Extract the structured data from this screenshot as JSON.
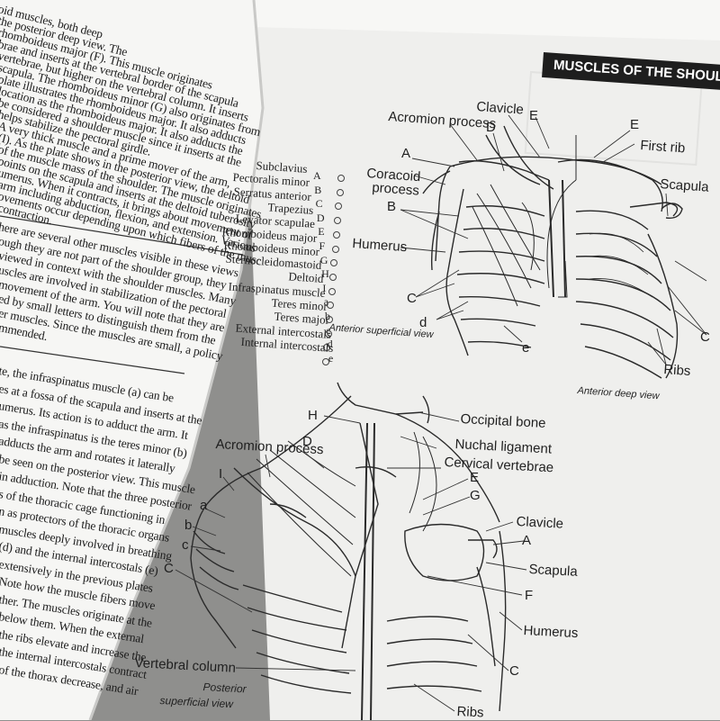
{
  "banner": "MUSCLES OF THE SHOULD",
  "left_page_lines": [
    "oid muscles, both deep",
    "the posterior deep view. The",
    "rhomboideus major (F). This muscle originates",
    "brae and inserts at the vertebral border of the scapula",
    "vertebrae, but higher on the vertebral column. It inserts",
    "scapula. The rhomboideus minor (G) also originates from",
    "plate illustrates the rhomboideus major. It also adducts",
    "location as the rhomboideus major. It also adducts the",
    "be considered a shoulder muscle since it inserts at the",
    "helps stabilize the pectoral girdle.",
    "A very thick muscle and a prime mover of the arm,",
    "(I). As the plate shows in the posterior view, the deltoid",
    "of the muscle mass of the shoulder. The muscle originates",
    "points on the scapula and inserts at the deltoid tuberosity",
    "umerus. When it contracts, it brings about movement of",
    "arm including abduction, flexion, and extension. Various",
    "ovements occur depending upon which fibers of the muscle",
    "contraction.",
    "here are several other muscles visible in these views",
    "ough they are not part of the shoulder group, they",
    "viewed in context with the shoulder muscles. Many",
    "uscles are involved in stabilization of the pectoral",
    "movement of the arm. You will note that they are",
    "ed by small letters to distinguish them from the",
    "er muscles. Since the muscles are small, a policy",
    "mmended.",
    "te, the infraspinatus muscle (a) can be",
    "es at a fossa of the scapula and inserts at the",
    "umerus. Its action is to adduct the arm. It",
    "as the infraspinatus is the teres minor (b)",
    "adducts the arm and rotates it laterally",
    "be seen on the posterior view. This muscle",
    "in adduction. Note that the three posterior",
    "s of the thoracic cage functioning in",
    "n as protectors of the thoracic organs",
    "muscles deeply involved in breathing",
    "(d) and the internal intercostals (e)",
    "extensively in the previous plates",
    "Note how the muscle fibers move",
    "ther. The muscles originate at the",
    "below them. When the external",
    "the ribs elevate and increase the",
    "the internal intercostals contract",
    "of the thorax decrease, and air"
  ],
  "key": [
    {
      "name": "Subclavius",
      "letter": "A"
    },
    {
      "name": "Pectoralis minor",
      "letter": "B"
    },
    {
      "name": "Serratus anterior",
      "letter": "C"
    },
    {
      "name": "Trapezius",
      "letter": "D"
    },
    {
      "name": "Levator scapulae",
      "letter": "E"
    },
    {
      "name": "Rhomboideus major",
      "letter": "F"
    },
    {
      "name": "Rhomboideus minor",
      "letter": "G"
    },
    {
      "name": "Sternocleidomastoid",
      "letter": "H"
    },
    {
      "name": "Deltoid",
      "letter": "I"
    },
    {
      "name": "Infraspinatus muscle",
      "letter": "a"
    },
    {
      "name": "Teres minor",
      "letter": "b"
    },
    {
      "name": "Teres major",
      "letter": "c"
    },
    {
      "name": "External intercostals",
      "letter": "d"
    },
    {
      "name": "Internal intercostals",
      "letter": "e"
    }
  ],
  "anterior_labels": {
    "clavicle": "Clavicle",
    "acromion": "Acromion process",
    "first_rib": "First rib",
    "scapula": "Scapula",
    "coracoid": "Coracoid",
    "coracoid2": "process",
    "humerus": "Humerus",
    "ribs": "Ribs",
    "sup_caption": "Anterior superficial view",
    "deep_caption": "Anterior deep view",
    "E1": "E",
    "E2": "E",
    "D": "D",
    "A": "A",
    "B": "B",
    "C1": "C",
    "C2": "C",
    "d": "d",
    "e": "e"
  },
  "posterior_labels": {
    "H": "H",
    "occipital": "Occipital bone",
    "nuchal": "Nuchal ligament",
    "acromion": "Acromion process",
    "cervical": "Cervical vertebrae",
    "D": "D",
    "I": "I",
    "a": "a",
    "b": "b",
    "c": "c",
    "C1": "C",
    "E": "E",
    "G": "G",
    "clavicle": "Clavicle",
    "A": "A",
    "scapula": "Scapula",
    "F": "F",
    "humerus": "Humerus",
    "C2": "C",
    "vertebral": "Vertebral column",
    "post_caption1": "Posterior",
    "post_caption2": "superficial view",
    "ribs": "Ribs"
  },
  "colors": {
    "background": "#8f8f8d",
    "page": "#f3f3f1",
    "left_page": "#f6f6f4",
    "ink": "#1f1f1f",
    "banner": "#1e1e1e"
  }
}
